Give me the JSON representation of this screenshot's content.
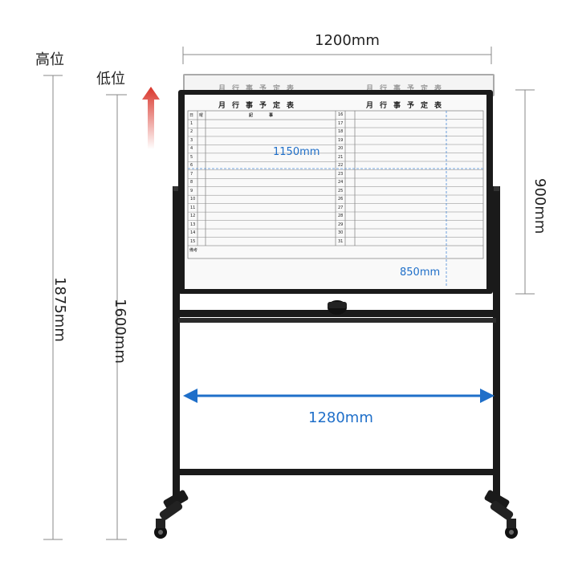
{
  "dimensions": {
    "width_total": "1200mm",
    "height_high": "1875mm",
    "height_low": "1600mm",
    "board_height": "900mm",
    "inner_width": "1150mm",
    "inner_height": "850mm",
    "base_width": "1280mm"
  },
  "labels": {
    "high_position": "高位",
    "low_position": "低位"
  },
  "board": {
    "header_left": "月行事予定表",
    "header_right": "月行事予定表",
    "col_day": "日",
    "col_weekday": "曜",
    "col_notes": "記　　　　事",
    "remarks": "備考",
    "rows_left": [
      "1",
      "2",
      "3",
      "4",
      "5",
      "6",
      "7",
      "8",
      "9",
      "10",
      "11",
      "12",
      "13",
      "14",
      "15"
    ],
    "rows_right": [
      "16",
      "17",
      "18",
      "19",
      "20",
      "21",
      "22",
      "23",
      "24",
      "25",
      "26",
      "27",
      "28",
      "29",
      "30",
      "31"
    ]
  },
  "colors": {
    "frame": "#1a1a1a",
    "accent_blue": "#1f6fc9",
    "arrow_red": "#d9352b"
  }
}
